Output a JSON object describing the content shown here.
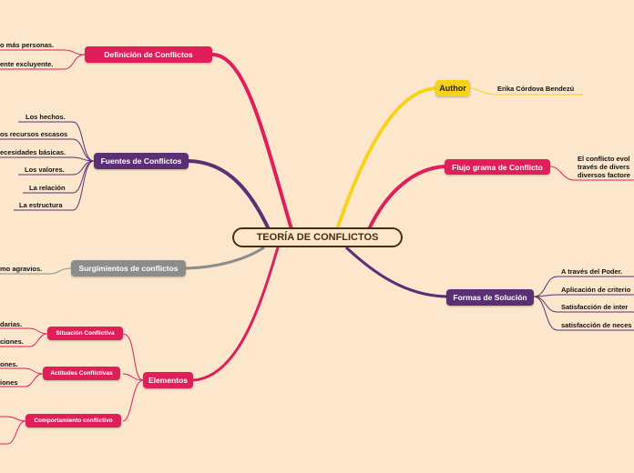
{
  "title": "TEORÍA DE CONFLICTOS",
  "colors": {
    "background": "#fde7cc",
    "crimson": "#e01e5a",
    "purple": "#5b2f74",
    "gray": "#8c8c8c",
    "yellow": "#f7d21c"
  },
  "right": {
    "author": {
      "label": "Author",
      "value": "Erika Córdova Bendezú"
    },
    "flujograma": {
      "label": "Flujo grama de Conflicto",
      "note_lines": [
        "El conflicto evol",
        "través de divers",
        "diversos factore"
      ]
    },
    "formas": {
      "label": "Formas de Solución",
      "items": [
        "A través del Poder.",
        "Aplicación de criterio",
        "Satisfacción de inter",
        "satisfacción de neces"
      ]
    }
  },
  "left": {
    "definicion": {
      "label": "Definición de Conflictos",
      "items": [
        "o más personas.",
        "ente excluyente."
      ]
    },
    "fuentes": {
      "label": "Fuentes de Conflictos",
      "items": [
        "Los hechos.",
        "os recursos escasos",
        "ecesidades básicas.",
        "Los valores.",
        "La relación",
        "La estructura"
      ]
    },
    "surgimientos": {
      "label": "Surgimientos de conflictos",
      "items": [
        "mo agravios."
      ]
    },
    "elementos": {
      "label": "Elementos",
      "situacion": {
        "label": "Situación Conflictiva",
        "items": [
          "darias.",
          "ciones."
        ]
      },
      "actitudes": {
        "label": "Actitudes Conflictivas",
        "items": [
          "ones.",
          "iones"
        ]
      },
      "comportamiento": {
        "label": "Comportamiento conflictivo"
      }
    }
  }
}
